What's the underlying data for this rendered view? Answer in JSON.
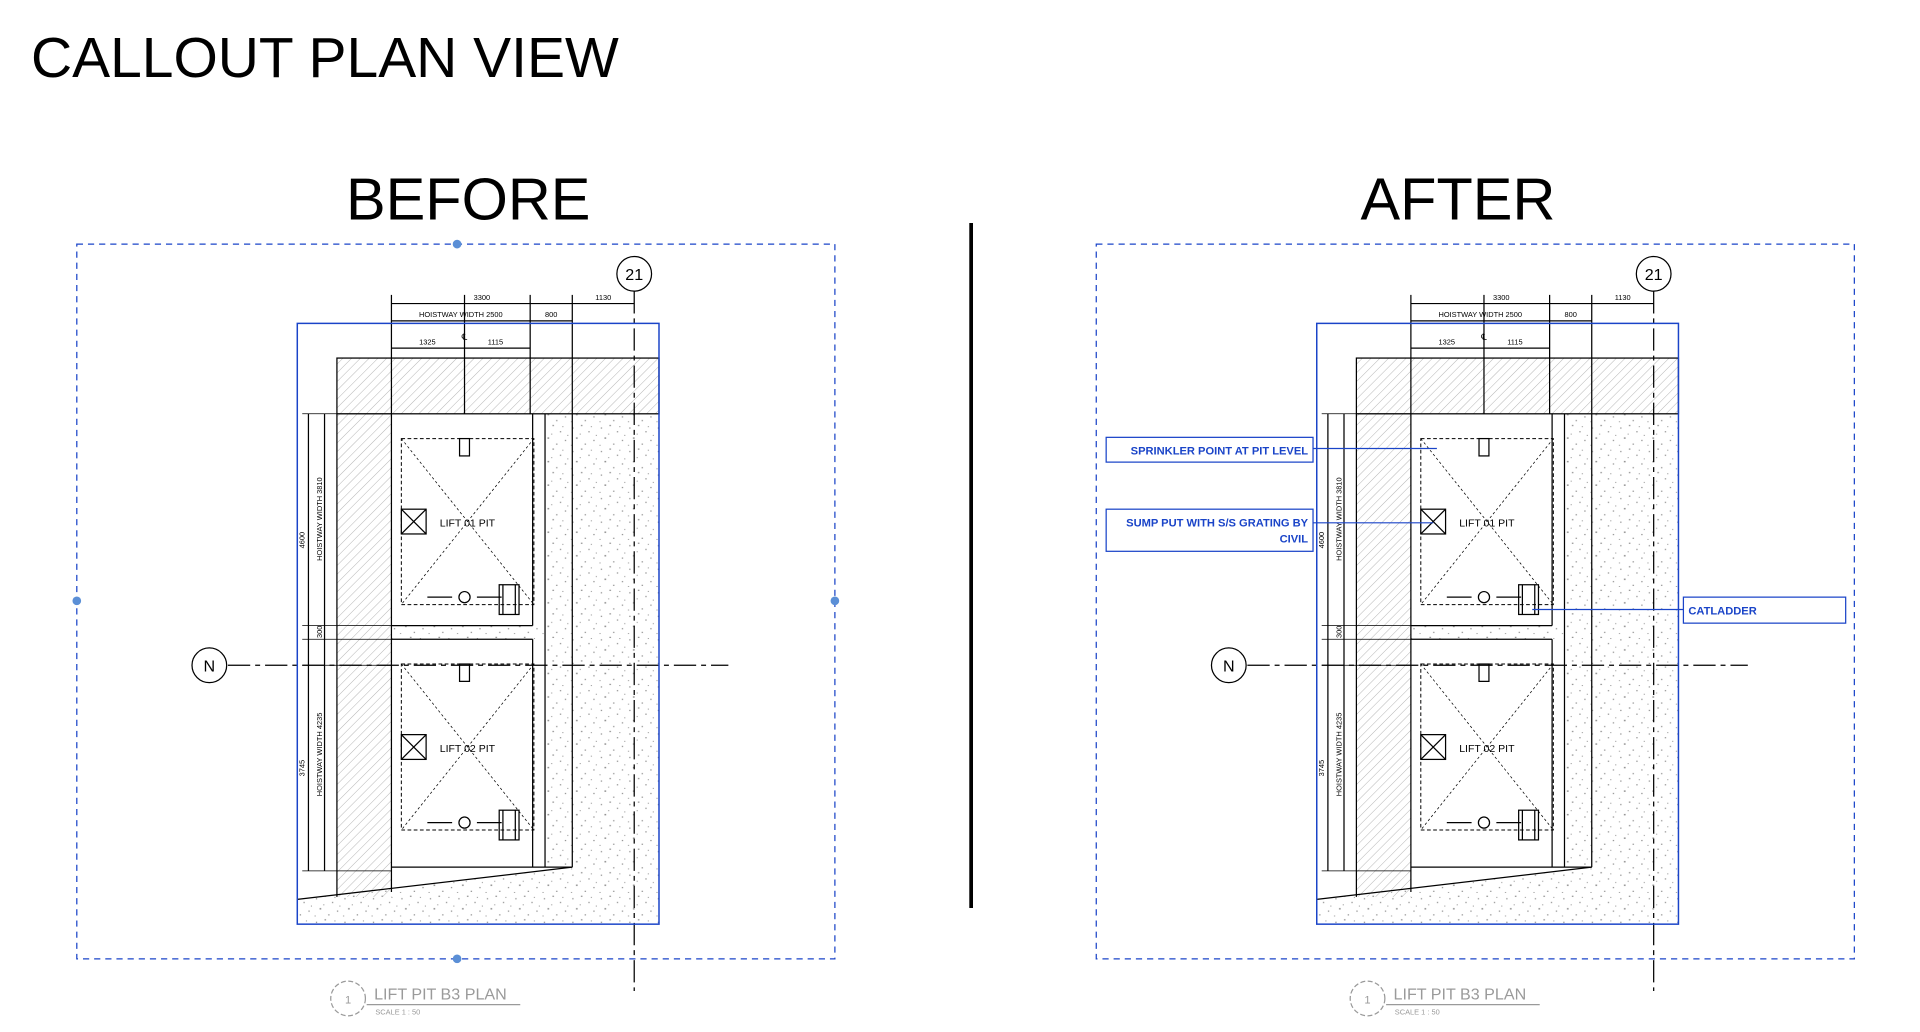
{
  "page_title": "CALLOUT PLAN VIEW",
  "divider": true,
  "colors": {
    "ink": "#000000",
    "blue": "#1a44c8",
    "gray": "#9a9a9a",
    "speckle": "#8a8a8a",
    "hatch": "#b5b5b5"
  },
  "panels": [
    {
      "heading": "BEFORE",
      "callouts": []
    },
    {
      "heading": "AFTER",
      "callouts": [
        {
          "id": "sprinkler",
          "lines": [
            "SPRINKLER POINT AT PIT LEVEL"
          ]
        },
        {
          "id": "sump",
          "lines": [
            "SUMP PUT WITH S/S GRATING BY",
            "CIVIL"
          ]
        },
        {
          "id": "catladder",
          "lines": [
            "CATLADDER"
          ]
        }
      ]
    }
  ],
  "plan": {
    "grid_vertical": "21",
    "grid_horizontal": "N",
    "dims_top": {
      "overall": "3300",
      "right": "1130",
      "hoistway": "HOISTWAY WIDTH 2500",
      "gap": "800",
      "left_half": "1325",
      "centerline": "℄",
      "right_half": "1115"
    },
    "dims_left": {
      "upper_total": "4600",
      "lower_total": "3745",
      "upper_hoistway": "HOISTWAY WIDTH 3810",
      "slab": "300",
      "lower_hoistway": "HOISTWAY WIDTH 4235"
    },
    "lift_labels": [
      "LIFT 01 PIT",
      "LIFT 02 PIT"
    ],
    "view_number": "1",
    "view_title": "LIFT PIT B3 PLAN",
    "view_scale": "SCALE 1 : 50"
  }
}
